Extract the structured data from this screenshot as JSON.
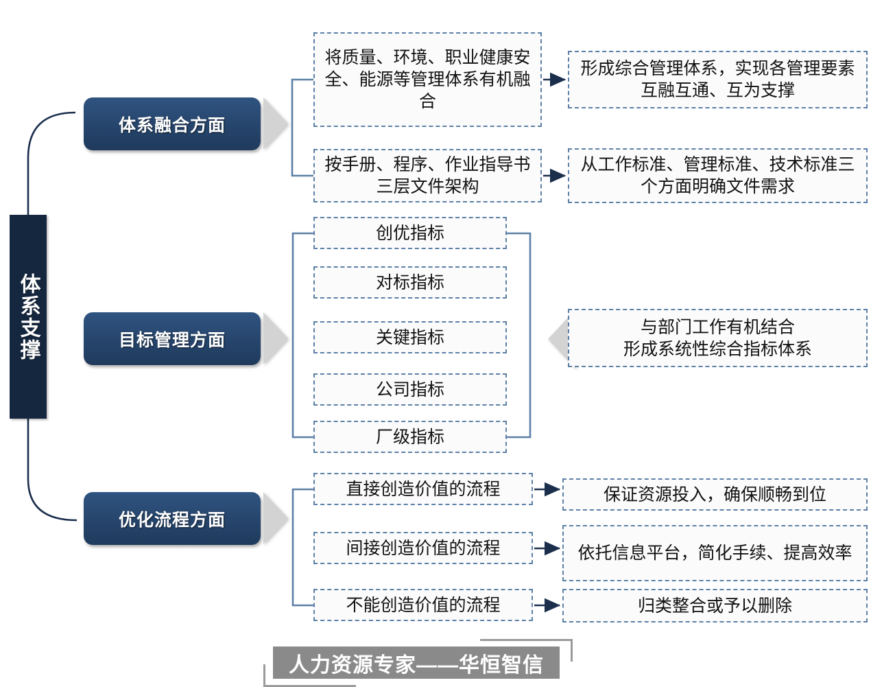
{
  "spine": {
    "label": "体系支撑"
  },
  "categories": [
    {
      "id": "system-integration",
      "label": "体系融合方面"
    },
    {
      "id": "goal-management",
      "label": "目标管理方面"
    },
    {
      "id": "process-optimization",
      "label": "优化流程方面"
    }
  ],
  "group_integration": {
    "items": [
      {
        "left": "将质量、环境、职业健康安全、能源等管理体系有机融合",
        "right": "形成综合管理体系，实现各管理要素互融互通、互为支撑"
      },
      {
        "left": "按手册、程序、作业指导书三层文件架构",
        "right": "从工作标准、管理标准、技术标准三个方面明确文件需求"
      }
    ]
  },
  "group_goal": {
    "indicators": [
      "创优指标",
      "对标指标",
      "关键指标",
      "公司指标",
      "厂级指标"
    ],
    "outcome": "与部门工作有机结合\n形成系统性综合指标体系"
  },
  "group_process": {
    "rows": [
      {
        "left": "直接创造价值的流程",
        "right": "保证资源投入，确保顺畅到位"
      },
      {
        "left": "间接创造价值的流程",
        "right": "依托信息平台，简化手续、提高效率"
      },
      {
        "left": "不能创造价值的流程",
        "right": "归类整合或予以删除"
      }
    ]
  },
  "footer": {
    "label": "人力资源专家——华恒智信"
  },
  "colors": {
    "spine_bg": "#15273f",
    "category_bg": "#27466e",
    "dashed_border": "#5b7fa6",
    "chevron": "#d3d3d3",
    "arrow": "#1b2f4d",
    "footer_bg": "#8a8a8a"
  }
}
